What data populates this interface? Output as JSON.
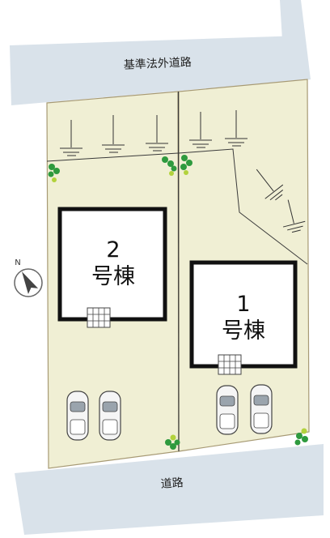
{
  "roads": {
    "top_label": "基準法外道路",
    "bottom_label": "道路"
  },
  "buildings": [
    {
      "line1": "2",
      "line2": "号棟"
    },
    {
      "line1": "1",
      "line2": "号棟"
    }
  ],
  "compass": {
    "north_label": "N"
  },
  "colors": {
    "road": "#d9e2ea",
    "lot": "#f0efd4",
    "lot_border": "#a79a74",
    "building_border": "#111111",
    "tree_green": "#2e9a3e",
    "tree_light": "#b2d23c"
  }
}
